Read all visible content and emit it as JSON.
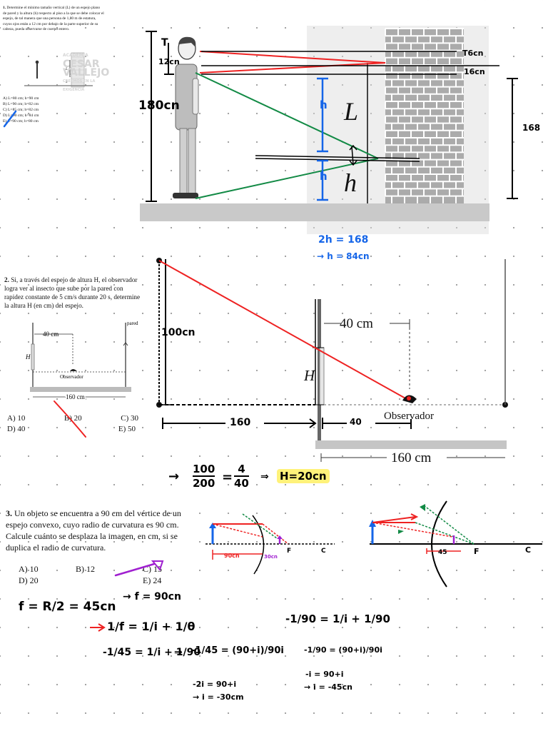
{
  "problem1": {
    "number": "1.",
    "text": "Determine el mínimo tamaño vertical (L) de un espejo plano de pared y la altura (h) respecto al piso a la que se debe colocar el espejo, de tal manera que una persona de 1,80 m de estatura, cuyos ojos están a 12 cm por debajo de la parte superior de su cabeza, pueda observarse de cuerpo entero.",
    "options": [
      "A) L=80 cm; h=90 cm",
      "B) L=90 cm; h=82 cm",
      "C) L=85 cm; h=82 cm",
      "D) L=90 cm; h=84 cm",
      "E) L=90 cm; h=80 cm"
    ],
    "watermark": [
      "ACADEMIA",
      "CESAR",
      "VALLEJO",
      "CREEMOS EN LA EXIGENCIA"
    ],
    "fig_labels": {
      "L": "L",
      "h": "h"
    },
    "hand": {
      "T": "T",
      "twelve": "12cn",
      "height": "180cn",
      "top_mark": "T6cn",
      "mid_mark": "16cn",
      "right_total": "168",
      "h1": "h",
      "h2": "h",
      "eq1": "2h = 168",
      "eq2": "→ h = 84cn"
    }
  },
  "problem2": {
    "number": "2.",
    "text": "Si, a través del espejo de altura H, el observador logra ver al insecto que sube por la pared con rapidez constante de 5 cm/s durante 20 s, determine la altura H (en cm) del espejo.",
    "options": [
      "A) 10",
      "B) 20",
      "C) 30",
      "D) 40",
      "E) 50"
    ],
    "small_fig": {
      "dist": "40 cm",
      "wall": "pared",
      "H": "H",
      "observer": "Observador",
      "base": "160 cm"
    },
    "big_fig": {
      "dist": "40 cm",
      "H": "H",
      "observer": "Observador",
      "base": "160 cm"
    },
    "hand": {
      "height": "100cn",
      "d160": "160",
      "d40": "40",
      "lhs_num": "100",
      "lhs_den": "200",
      "rhs_num": "4",
      "rhs_den": "40",
      "arrow": "→",
      "equals": "=",
      "implies": "⇒",
      "answer": "H=20cn"
    }
  },
  "problem3": {
    "number": "3.",
    "text": "Un objeto se encuentra a 90 cm del vértice de un espejo convexo, cuyo radio de curvatura es 90 cm. Calcule cuánto se desplaza la imagen, en cm, si se duplica el radio de curvatura.",
    "options": [
      "A) 10",
      "B) 12",
      "C) 15",
      "D) 20",
      "E) 24"
    ],
    "hand": {
      "f_eq": "f = R/2 = 45cn",
      "f_new": "→ f = 90cn",
      "lens_label": "1/f = 1/i + 1/θ",
      "eq_a": "-1/45 = 1/i + 1/90",
      "implies": "⇒",
      "eq_b": "-1/45 = (90+i)/90i",
      "eq_c": "-2i = 90+i",
      "eq_d": "→ i = -30cm",
      "eq_e": "-1/90 = 1/i + 1/90",
      "eq_f": "-1/90 = (90+i)/90i",
      "eq_g": "-i = 90+i",
      "eq_h": "→ i = -45cn",
      "fig1": {
        "d": "90cn",
        "x": "30cn",
        "F": "F",
        "C": "C"
      },
      "fig2": {
        "d": "45",
        "F": "F",
        "C": "C"
      }
    }
  }
}
